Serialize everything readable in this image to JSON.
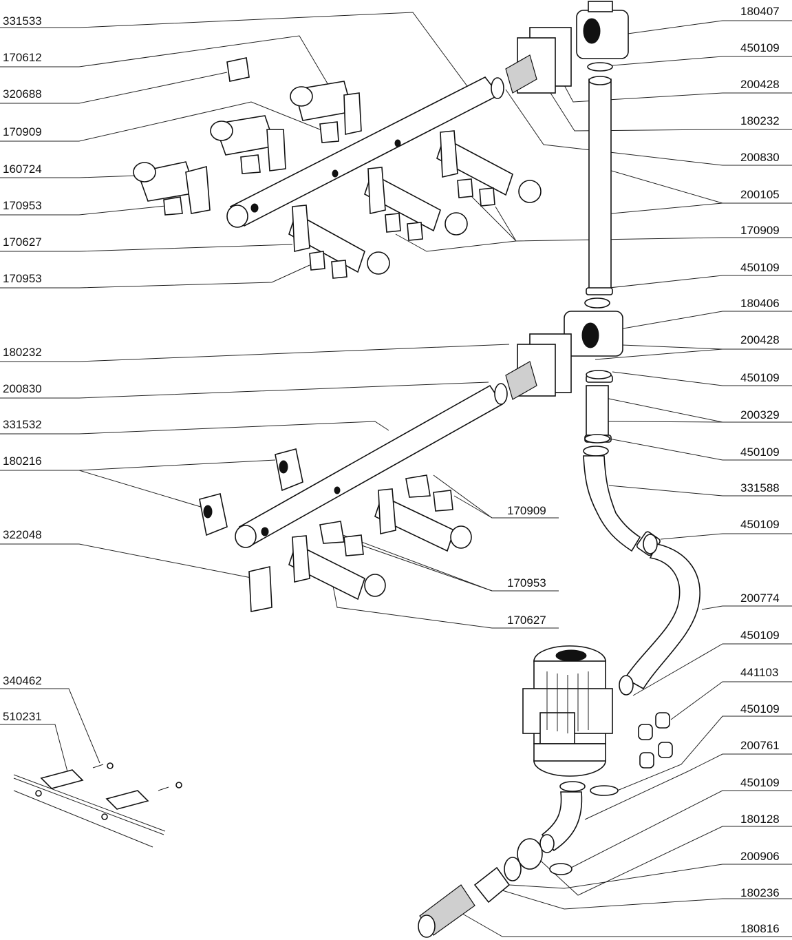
{
  "labels_left": [
    "331533",
    "170612",
    "320688",
    "170909",
    "160724",
    "170953",
    "170627",
    "170953",
    "180232",
    "200830",
    "331532",
    "180216",
    "322048",
    "340462",
    "510231"
  ],
  "labels_right": [
    "180407",
    "450109",
    "200428",
    "180232",
    "200830",
    "200105",
    "170909",
    "450109",
    "180406",
    "200428",
    "450109",
    "200329",
    "450109",
    "331588",
    "450109",
    "200774",
    "450109",
    "441103",
    "450109",
    "200761",
    "450109",
    "180128",
    "200906",
    "180236",
    "180816"
  ],
  "labels_center": [
    "170909",
    "170953",
    "170627"
  ]
}
